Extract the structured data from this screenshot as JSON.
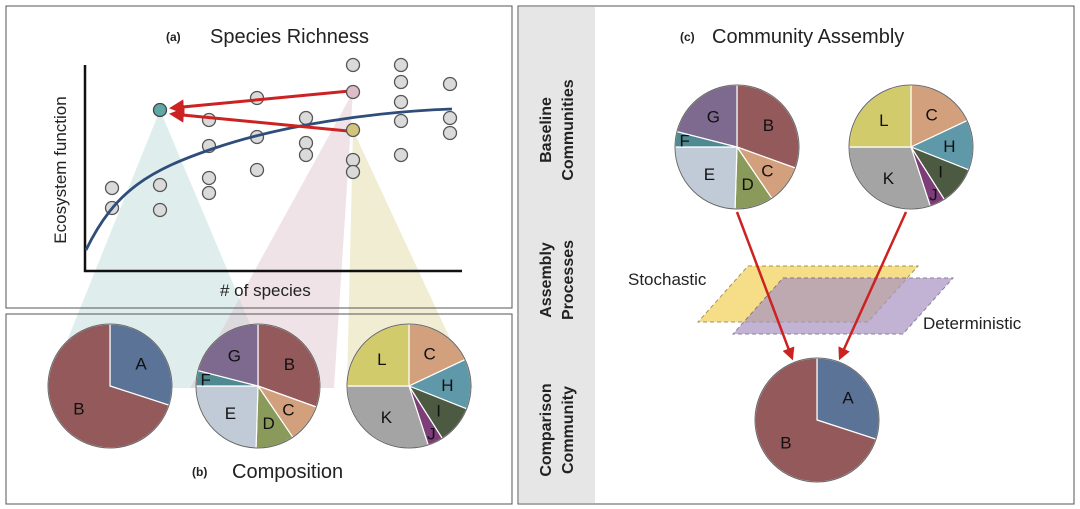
{
  "panel_a": {
    "tag": "(a)",
    "title": "Species Richness",
    "xlabel": "# of species",
    "ylabel": "Ecosystem function"
  },
  "panel_b": {
    "tag": "(b)",
    "title": "Composition"
  },
  "panel_c": {
    "tag": "(c)",
    "title": "Community Assembly",
    "row_labels": {
      "baseline": [
        "Baseline",
        "Communities"
      ],
      "processes": [
        "Assembly",
        "Processes"
      ],
      "comparison": [
        "Comparison",
        "Community"
      ]
    },
    "plane_labels": {
      "stochastic": "Stochastic",
      "deterministic": "Deterministic"
    }
  },
  "colors": {
    "A": "#5a7396",
    "B": "#945a5b",
    "C": "#d2a07d",
    "D": "#8a9a5a",
    "E": "#c1cbd8",
    "F": "#4f8a92",
    "G": "#7d6a8e",
    "H": "#5f98a8",
    "I": "#4b5a40",
    "J": "#7d3d78",
    "K": "#a4a4a4",
    "L": "#d1cb6b",
    "curve": "#2e4d7a",
    "arrow": "#cc2222",
    "stochastic": "#f3d76a",
    "deterministic": "#a994c2"
  },
  "pies": {
    "two_species": [
      {
        "label": "A",
        "fraction": 0.3
      },
      {
        "label": "B",
        "fraction": 0.7
      }
    ],
    "seven_species": [
      {
        "label": "B",
        "fraction": 0.305
      },
      {
        "label": "C",
        "fraction": 0.1
      },
      {
        "label": "D",
        "fraction": 0.1
      },
      {
        "label": "E",
        "fraction": 0.245
      },
      {
        "label": "F",
        "fraction": 0.04
      },
      {
        "label": "G",
        "fraction": 0.21
      }
    ],
    "six_species": [
      {
        "label": "C",
        "fraction": 0.18
      },
      {
        "label": "H",
        "fraction": 0.13
      },
      {
        "label": "I",
        "fraction": 0.1
      },
      {
        "label": "J",
        "fraction": 0.04
      },
      {
        "label": "K",
        "fraction": 0.3
      },
      {
        "label": "L",
        "fraction": 0.25
      }
    ]
  }
}
